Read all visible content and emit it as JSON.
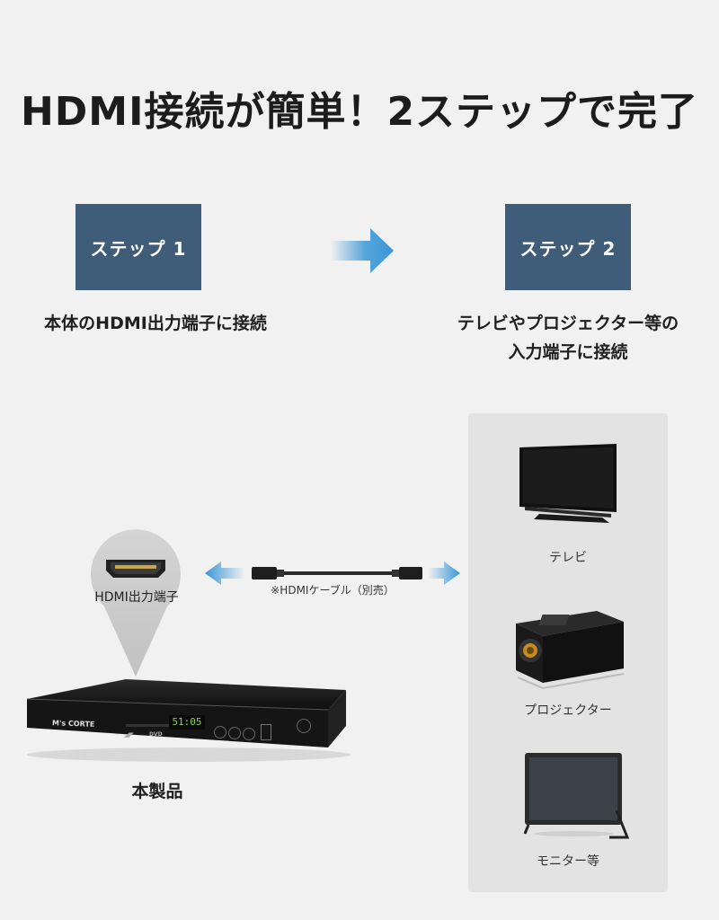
{
  "title": "HDMI接続が簡単！2ステップで完了",
  "steps": [
    {
      "label": "ステップ 1",
      "description_lines": [
        "本体のHDMI出力端子に接続"
      ]
    },
    {
      "label": "ステップ 2",
      "description_lines": [
        "テレビやプロジェクター等の",
        "入力端子に接続"
      ]
    }
  ],
  "connector_label": "HDMI出力端子",
  "cable_label": "※HDMIケーブル（別売）",
  "product": {
    "label": "本製品",
    "brand": "M's CORTE",
    "display": "51:05"
  },
  "devices": [
    {
      "label": "テレビ",
      "icon": "tv-icon"
    },
    {
      "label": "プロジェクター",
      "icon": "projector-icon"
    },
    {
      "label": "モニター等",
      "icon": "monitor-icon"
    }
  ],
  "colors": {
    "step_box": "#3f5c79",
    "arrow": "#3a96d6",
    "background": "#f1f1f1",
    "panel": "#e3e3e3"
  }
}
